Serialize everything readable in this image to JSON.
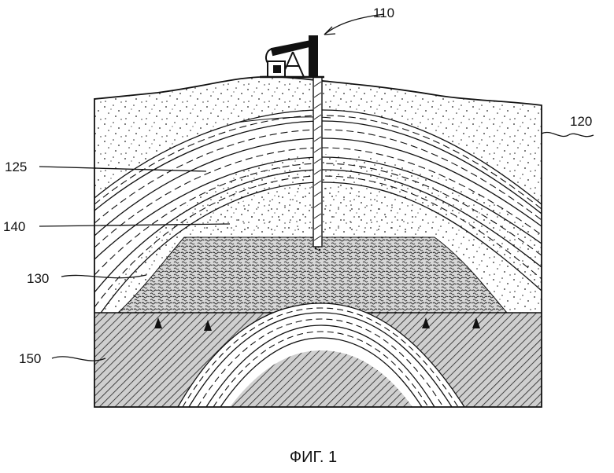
{
  "figure": {
    "caption": "ФИГ. 1",
    "reference_numerals": {
      "well": "110",
      "overburden": "120",
      "strata": "125",
      "reservoir_zone": "130",
      "gas_cap": "140",
      "basement": "150"
    }
  }
}
